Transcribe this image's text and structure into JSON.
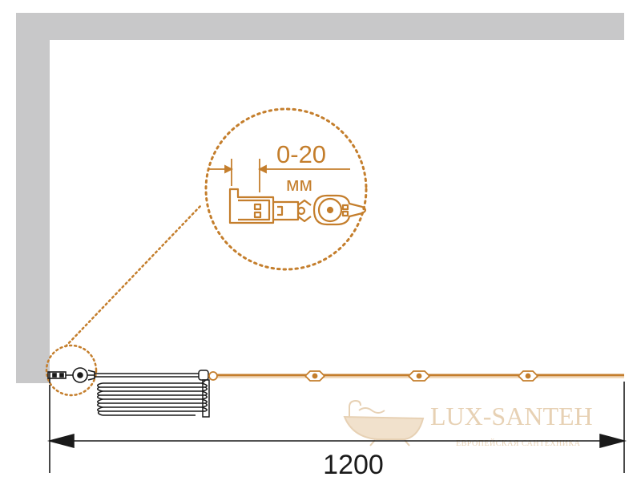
{
  "diagram": {
    "detail_dimension": "0-20",
    "detail_unit": "мм",
    "overall_width": "1200"
  },
  "watermark": {
    "brand": "LUX-SANTEH",
    "tagline": "ЕВРОПЕЙСКАЯ САНТЕХНИКА"
  },
  "colors": {
    "wall": "#c8c8c9",
    "accent": "#c47e2c",
    "line": "#1a1a1a",
    "watermark": "#e3c9a8"
  }
}
